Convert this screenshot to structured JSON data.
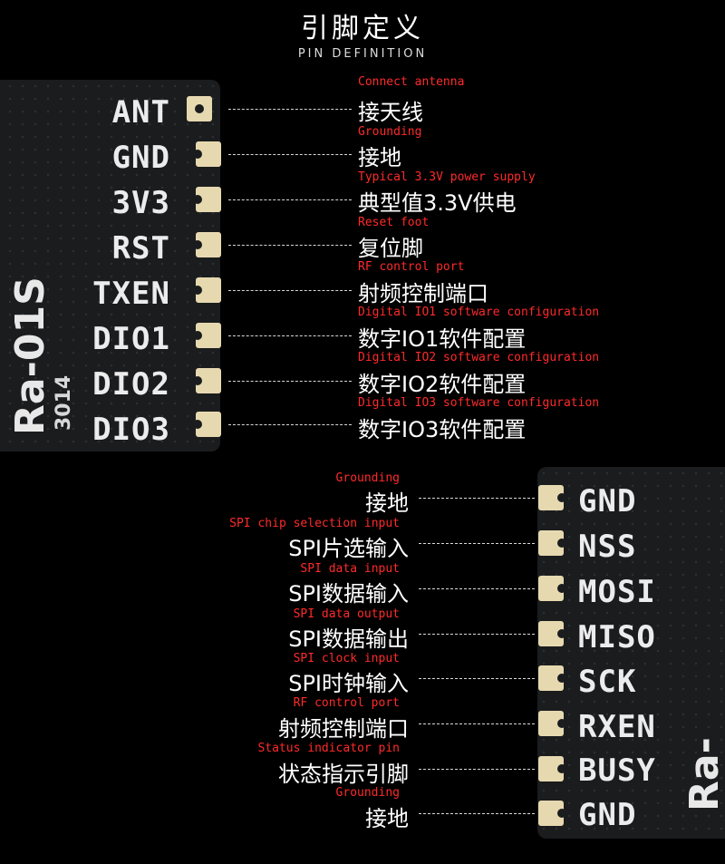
{
  "header": {
    "title": "引脚定义",
    "subtitle": "PIN DEFINITION"
  },
  "module": {
    "model": "Ra-01S",
    "code": "3014"
  },
  "top_pins": [
    {
      "pin": "ANT",
      "en": "Connect antenna",
      "cn": "接天线"
    },
    {
      "pin": "GND",
      "en": "Grounding",
      "cn": "接地"
    },
    {
      "pin": "3V3",
      "en": "Typical 3.3V power supply",
      "cn": "典型值3.3V供电"
    },
    {
      "pin": "RST",
      "en": "Reset foot",
      "cn": "复位脚"
    },
    {
      "pin": "TXEN",
      "en": "RF control port",
      "cn": "射频控制端口"
    },
    {
      "pin": "DIO1",
      "en": "Digital IO1 software configuration",
      "cn": "数字IO1软件配置"
    },
    {
      "pin": "DIO2",
      "en": "Digital IO2 software configuration",
      "cn": "数字IO2软件配置"
    },
    {
      "pin": "DIO3",
      "en": "Digital IO3 software configuration",
      "cn": "数字IO3软件配置"
    }
  ],
  "bottom_pins": [
    {
      "pin": "GND",
      "en": "Grounding",
      "cn": "接地"
    },
    {
      "pin": "NSS",
      "en": "SPI chip selection input",
      "cn": "SPI片选输入"
    },
    {
      "pin": "MOSI",
      "en": "SPI data input",
      "cn": "SPI数据输入"
    },
    {
      "pin": "MISO",
      "en": "SPI data output",
      "cn": "SPI数据输出"
    },
    {
      "pin": "SCK",
      "en": "SPI clock input",
      "cn": "SPI时钟输入"
    },
    {
      "pin": "RXEN",
      "en": "RF control port",
      "cn": "射频控制端口"
    },
    {
      "pin": "BUSY",
      "en": "Status indicator pin",
      "cn": "状态指示引脚"
    },
    {
      "pin": "GND",
      "en": "Grounding",
      "cn": "接地"
    }
  ]
}
